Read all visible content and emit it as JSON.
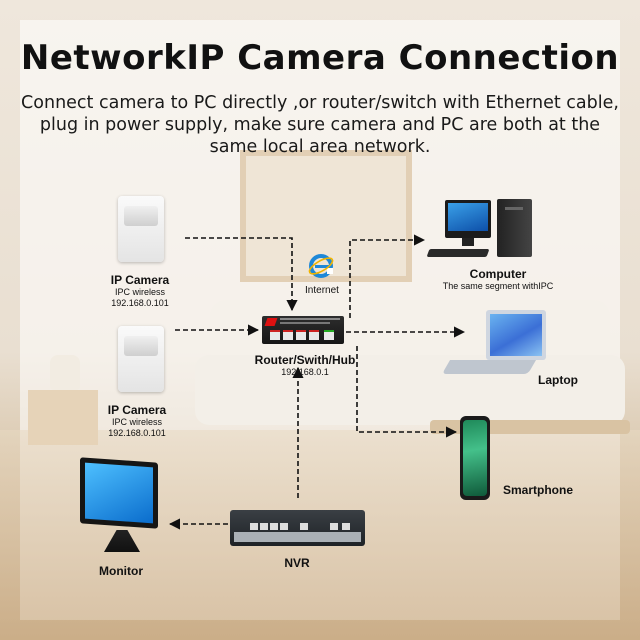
{
  "title": "NetworkIP Camera Connection",
  "subtitle": "Connect camera to PC directly ,or router/switch with Ethernet cable, plug in power supply, make sure camera and PC are both at the same local area network.",
  "nodes": {
    "camera_top": {
      "name": "IP Camera",
      "line1": "IPC wireless",
      "line2": "192.168.0.101"
    },
    "camera_bottom": {
      "name": "IP Camera",
      "line1": "IPC wireless",
      "line2": "192.168.0.101"
    },
    "internet": {
      "name": "Internet",
      "icon": "internet-explorer-icon"
    },
    "router": {
      "name": "Router/Swith/Hub",
      "ip": "192.168.0.1"
    },
    "computer": {
      "name": "Computer",
      "note": "The same segment withIPC"
    },
    "laptop": {
      "name": "Laptop"
    },
    "smartphone": {
      "name": "Smartphone"
    },
    "nvr": {
      "name": "NVR"
    },
    "monitor": {
      "name": "Monitor"
    }
  },
  "colors": {
    "arrow": "#111111",
    "accent": "#1e88d8"
  }
}
